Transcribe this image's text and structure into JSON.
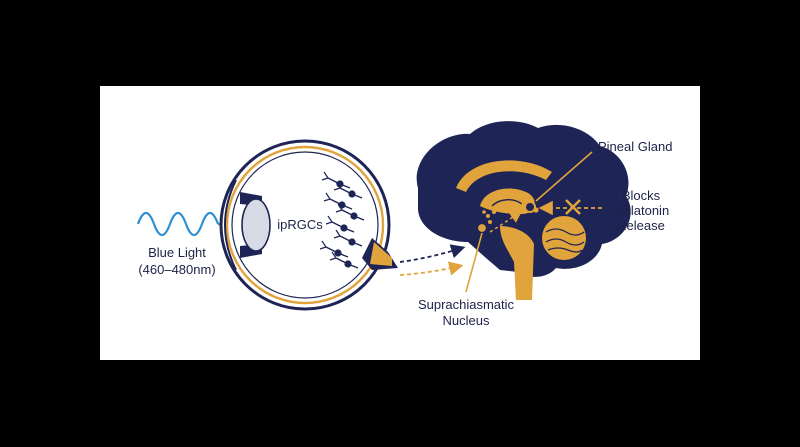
{
  "labels": {
    "blue_light": "Blue Light",
    "wavelength": "(460–480nm)",
    "iprgcs": "ipRGCs",
    "pineal_gland": "Pineal Gland",
    "blocks": "Blocks",
    "melatonin": "Melatonin",
    "release": "Release",
    "scn_line1": "Suprachiasmatic",
    "scn_line2": "Nucleus"
  },
  "colors": {
    "navy": "#1e2456",
    "gold": "#e1a33c",
    "blue_wave": "#2f8fd0",
    "lens": "#d7dbe6",
    "panel": "#ffffff",
    "frame": "#000000"
  },
  "icons": {
    "block_marker": "x-mark-icon",
    "ganglion_cells": "neuron-icon"
  }
}
